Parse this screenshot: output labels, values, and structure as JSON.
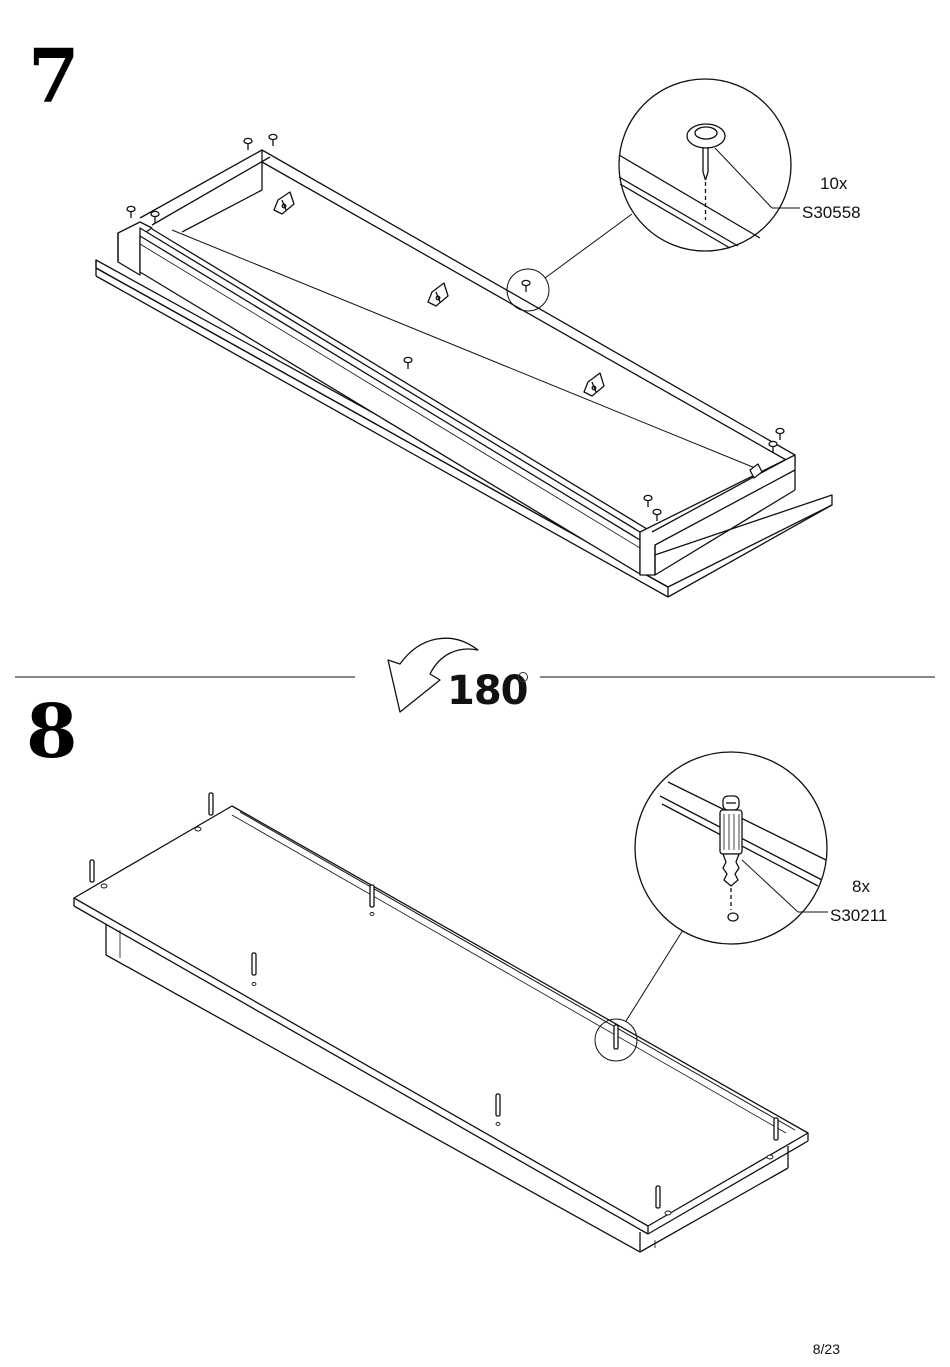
{
  "page": {
    "number": "8/23"
  },
  "step7": {
    "number": "7",
    "part": {
      "quantity": "10x",
      "code": "S30558"
    },
    "icons": {
      "part": "tack-nail-icon",
      "bracket": "corner-bracket-icon"
    }
  },
  "transition": {
    "rotation": "180",
    "icon": "rotate-arrow-icon"
  },
  "step8": {
    "number": "8",
    "part": {
      "quantity": "8x",
      "code": "S30211"
    },
    "icons": {
      "part": "cam-dowel-icon"
    }
  }
}
